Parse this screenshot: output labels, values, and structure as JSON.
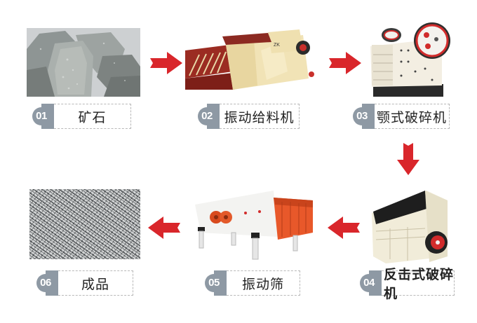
{
  "diagram": {
    "title": "",
    "type": "process-flow",
    "arrow_color": "#d9262b",
    "badge_color": "#8e99a4",
    "steps": [
      {
        "number": "01",
        "label": "矿石",
        "image": "raw-ore-rocks"
      },
      {
        "number": "02",
        "label": "振动给料机",
        "image": "vibrating-feeder"
      },
      {
        "number": "03",
        "label": "颚式破碎机",
        "image": "jaw-crusher"
      },
      {
        "number": "04",
        "label": "反击式破碎机",
        "image": "impact-crusher"
      },
      {
        "number": "05",
        "label": "振动筛",
        "image": "vibrating-screen"
      },
      {
        "number": "06",
        "label": "成品",
        "image": "finished-aggregate"
      }
    ],
    "flow": [
      "01→02",
      "02→03",
      "03→04",
      "04→05",
      "05→06"
    ]
  }
}
